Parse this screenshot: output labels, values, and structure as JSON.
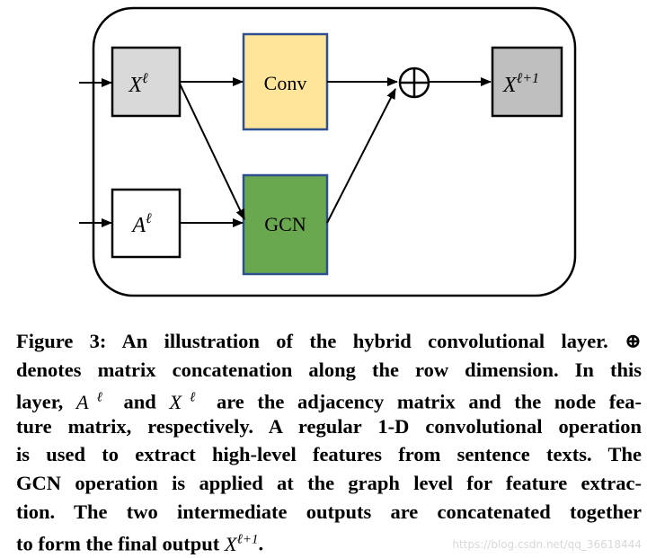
{
  "diagram": {
    "nodes": {
      "x_in": {
        "base": "X",
        "sup": "ℓ"
      },
      "a_in": {
        "base": "A",
        "sup": "ℓ"
      },
      "conv": {
        "label": "Conv"
      },
      "gcn": {
        "label": "GCN"
      },
      "concat": {
        "symbol": "⊕"
      },
      "x_out": {
        "base": "X",
        "sup": "ℓ+1"
      }
    },
    "colors": {
      "x_in_fill": "#d9d9d9",
      "a_in_fill": "#ffffff",
      "conv_fill": "#ffe599",
      "conv_stroke": "#2f4f8f",
      "gcn_fill": "#6aa84f",
      "gcn_stroke": "#2f4f8f",
      "x_out_fill": "#bfbfbf"
    }
  },
  "caption": {
    "l1": "Figure 3: An illustration of the hybrid convolutional layer. ⊕",
    "l2": "denotes matrix concatenation along the row dimension. In this",
    "l3a": "layer, ",
    "l3_a": "A",
    "l3_a_sup": "ℓ",
    "l3b": " and ",
    "l3_x": "X",
    "l3_x_sup": "ℓ",
    "l3c": " are the adjacency matrix and the node fea-",
    "l4": "ture matrix, respectively. A regular 1-D convolutional operation",
    "l5": "is used to extract high-level features from sentence texts. The",
    "l6": "GCN operation is applied at the graph level for feature extrac-",
    "l7": "tion. The two intermediate outputs are concatenated together",
    "l8a": "to form the final output ",
    "l8_x": "X",
    "l8_x_sup": "ℓ+1",
    "l8b": "."
  },
  "watermark": "https://blog.csdn.net/qq_36618444"
}
